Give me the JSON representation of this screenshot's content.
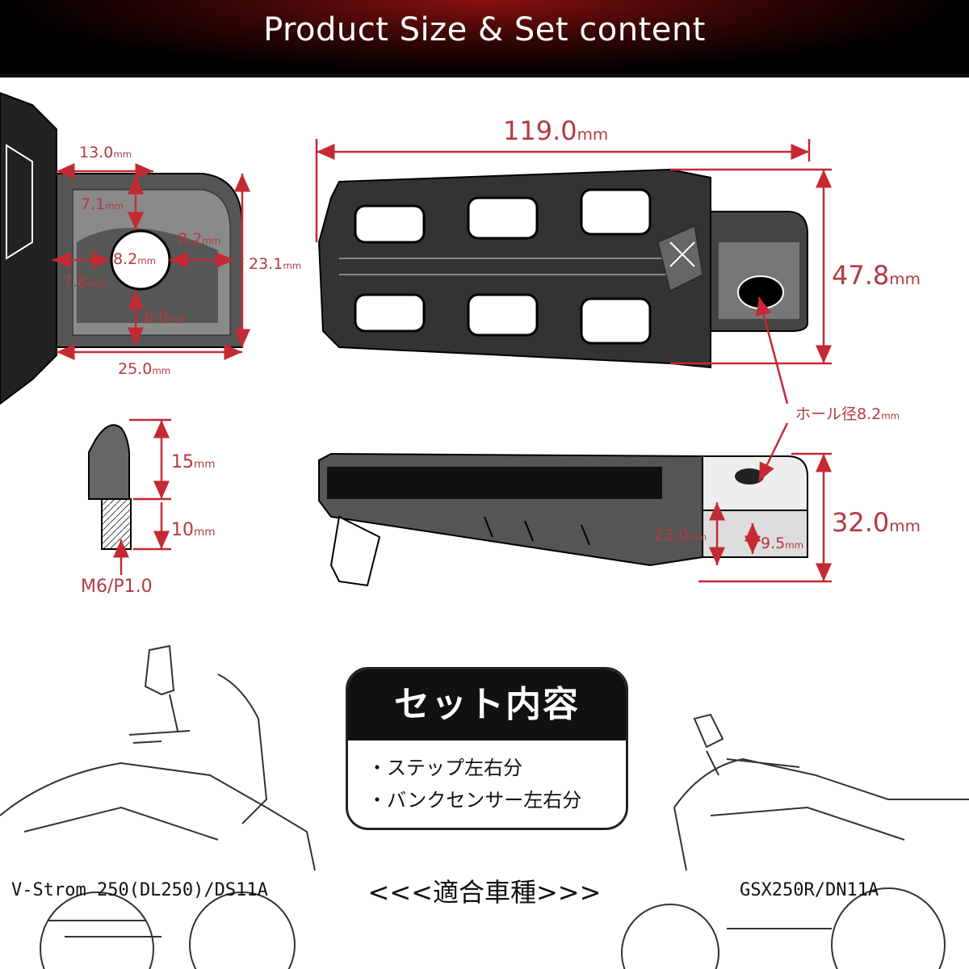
{
  "header": {
    "title": "Product Size & Set content"
  },
  "dimensions": {
    "length": {
      "value": "119.0",
      "unit": "mm"
    },
    "width": {
      "value": "47.8",
      "unit": "mm"
    },
    "height": {
      "value": "32.0",
      "unit": "mm"
    },
    "bracket_top": {
      "value": "13.0",
      "unit": "mm"
    },
    "bracket_upper": {
      "value": "7.1",
      "unit": "mm"
    },
    "bracket_hole_right": {
      "value": "8.2",
      "unit": "mm"
    },
    "bracket_hole": {
      "value": "8.2",
      "unit": "mm"
    },
    "bracket_left": {
      "value": "7.8",
      "unit": "mm"
    },
    "bracket_lower": {
      "value": "8.0",
      "unit": "mm"
    },
    "bracket_bottom": {
      "value": "25.0",
      "unit": "mm"
    },
    "bracket_height": {
      "value": "23.1",
      "unit": "mm"
    },
    "bolt_head": {
      "value": "15",
      "unit": "mm"
    },
    "bolt_thread": {
      "value": "10",
      "unit": "mm"
    },
    "bolt_spec": "M6/P1.0",
    "hole_label": {
      "value": "ホール径8.2",
      "unit": "mm"
    },
    "side_height": {
      "value": "23.0",
      "unit": "mm"
    },
    "side_offset": {
      "value": "9.5",
      "unit": "mm"
    }
  },
  "set_content": {
    "title": "セット内容",
    "items": [
      "・ステップ左右分",
      "・バンクセンサー左右分"
    ]
  },
  "compatibility": {
    "label": "<<<適合車種>>>",
    "left_model": "V-Strom 250(DL250)/DS11A",
    "right_model": "GSX250R/DN11A"
  },
  "colors": {
    "accent": "#b23a42",
    "header_bg": "#000000",
    "header_glow": "#8a1010"
  }
}
